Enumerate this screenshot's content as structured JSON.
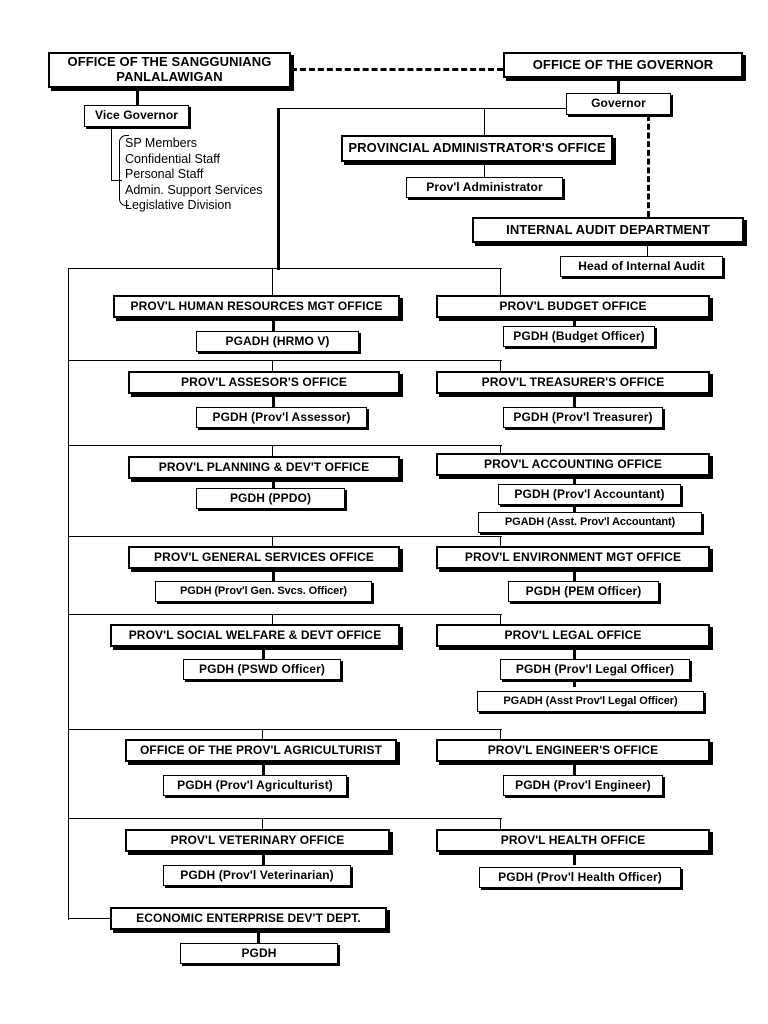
{
  "chart": {
    "title_top_left": "OFFICE OF THE SANGGUNIANG PANLALAWIGAN",
    "title_top_right": "OFFICE OF THE GOVERNOR"
  },
  "top": {
    "sp_office": "OFFICE OF THE SANGGUNIANG\nPANLALAWIGAN",
    "sp_office_line1": "OFFICE OF THE SANGGUNIANG",
    "sp_office_line2": "PANLALAWIGAN",
    "governor_office": "OFFICE OF THE GOVERNOR",
    "vice_governor": "Vice Governor",
    "governor": "Governor",
    "provincial_administrators_office": "PROVINCIAL ADMINISTRATOR'S OFFICE",
    "provl_administrator": "Prov'l Administrator",
    "internal_audit_department": "INTERNAL AUDIT DEPARTMENT",
    "head_of_internal_audit": "Head of Internal Audit"
  },
  "sp_staff": {
    "items": [
      "SP Members",
      "Confidential Staff",
      "Personal Staff",
      "Admin. Support Services",
      "Legislative Division"
    ]
  },
  "departments": {
    "left": [
      {
        "office": "PROV'L HUMAN RESOURCES MGT OFFICE",
        "positions": [
          "PGADH (HRMO V)"
        ]
      },
      {
        "office": "PROV'L ASSESOR'S OFFICE",
        "positions": [
          "PGDH (Prov'l Assessor)"
        ]
      },
      {
        "office": "PROV'L PLANNING & DEV'T OFFICE",
        "positions": [
          "PGDH (PPDO)"
        ]
      },
      {
        "office": "PROV'L GENERAL SERVICES OFFICE",
        "positions": [
          "PGDH (Prov'l Gen. Svcs. Officer)"
        ]
      },
      {
        "office": "PROV'L SOCIAL WELFARE & DEVT OFFICE",
        "positions": [
          "PGDH (PSWD Officer)"
        ]
      },
      {
        "office": "OFFICE OF THE PROV'L AGRICULTURIST",
        "positions": [
          "PGDH (Prov'l Agriculturist)"
        ]
      },
      {
        "office": "PROV'L VETERINARY OFFICE",
        "positions": [
          "PGDH (Prov'l Veterinarian)"
        ]
      },
      {
        "office": "ECONOMIC ENTERPRISE DEV'T DEPT.",
        "positions": [
          "PGDH"
        ]
      }
    ],
    "right": [
      {
        "office": "PROV'L BUDGET OFFICE",
        "positions": [
          "PGDH (Budget Officer)"
        ]
      },
      {
        "office": "PROV'L TREASURER'S OFFICE",
        "positions": [
          "PGDH (Prov'l Treasurer)"
        ]
      },
      {
        "office": "PROV'L ACCOUNTING OFFICE",
        "positions": [
          "PGDH (Prov'l Accountant)",
          "PGADH (Asst. Prov'l Accountant)"
        ]
      },
      {
        "office": "PROV'L ENVIRONMENT MGT OFFICE",
        "positions": [
          "PGDH (PEM Officer)"
        ]
      },
      {
        "office": "PROV'L LEGAL OFFICE",
        "positions": [
          "PGDH (Prov'l Legal Officer)",
          "PGADH (Asst Prov'l Legal Officer)"
        ]
      },
      {
        "office": "PROV'L ENGINEER'S OFFICE",
        "positions": [
          "PGDH (Prov'l Engineer)"
        ]
      },
      {
        "office": "PROV'L HEALTH OFFICE",
        "positions": [
          "PGDH (Prov'l Health Officer)"
        ]
      }
    ]
  },
  "colors": {
    "line": "#000000",
    "background": "#ffffff",
    "text": "#000000"
  }
}
